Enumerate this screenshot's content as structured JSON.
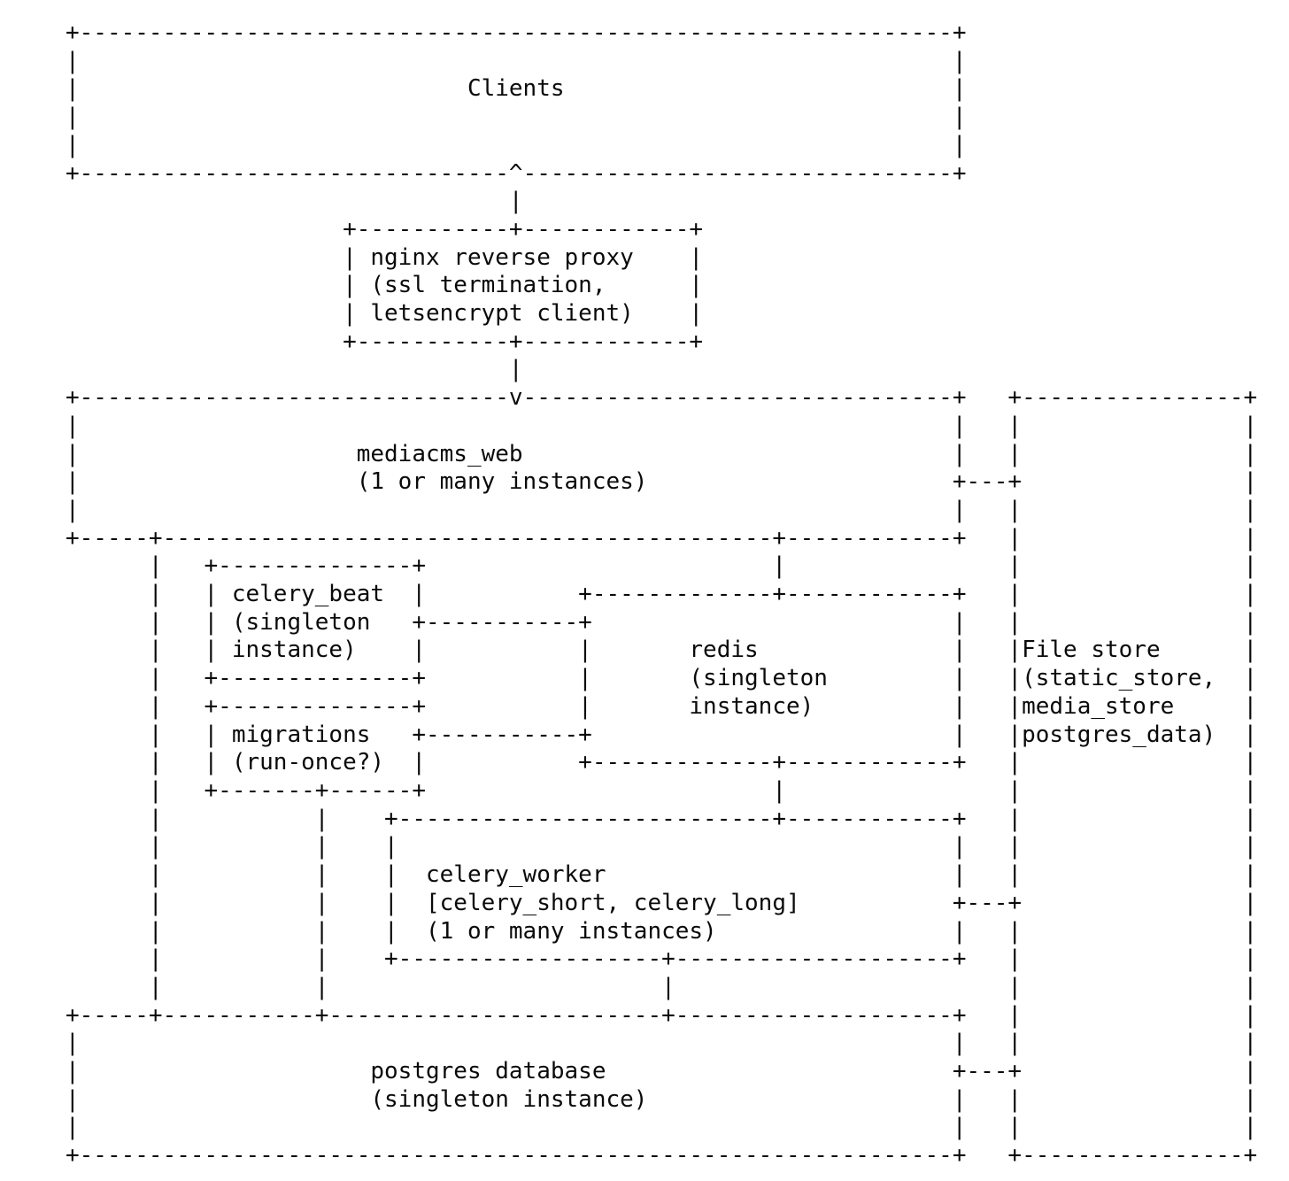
{
  "page": {
    "background_color": "#ffffff",
    "text_color": "#0a0a0a"
  },
  "diagram": {
    "kind": "ascii-architecture-diagram",
    "nodes": [
      {
        "id": "clients",
        "label": "Clients"
      },
      {
        "id": "nginx",
        "label": "nginx reverse proxy (ssl termination, letsencrypt client)"
      },
      {
        "id": "mediacms_web",
        "label": "mediacms_web (1 or many instances)"
      },
      {
        "id": "celery_beat",
        "label": "celery_beat (singleton instance)"
      },
      {
        "id": "migrations",
        "label": "migrations (run-once?)"
      },
      {
        "id": "redis",
        "label": "redis (singleton instance)"
      },
      {
        "id": "file_store",
        "label": "File store (static_store, media_store postgres_data)"
      },
      {
        "id": "celery_worker",
        "label": "celery_worker [celery_short, celery_long] (1 or many instances)"
      },
      {
        "id": "postgres",
        "label": "postgres database (singleton instance)"
      }
    ],
    "lines": [
      "+---------------------------------------------------------------+",
      "|                                                               |",
      "|                            Clients                            |",
      "|                                                               |",
      "|                                                               |",
      "+-------------------------------^-------------------------------+",
      "                                |",
      "                    +-----------+------------+",
      "                    | nginx reverse proxy    |",
      "                    | (ssl termination,      |",
      "                    | letsencrypt client)    |",
      "                    +-----------+------------+",
      "                                |",
      "+-------------------------------v-------------------------------+   +----------------+",
      "|                                                               |   |                |",
      "|                    mediacms_web                               |   |                |",
      "|                    (1 or many instances)                      +---+                |",
      "|                                                               |   |                |",
      "+-----+--------------------------------------------+------------+   |                |",
      "      |   +--------------+                         |                |                |",
      "      |   | celery_beat  |           +-------------+------------+   |                |",
      "      |   | (singleton   +-----------+                          |   |                |",
      "      |   | instance)    |           |       redis              |   |File store      |",
      "      |   +--------------+           |       (singleton         |   |(static_store,  |",
      "      |   +--------------+           |       instance)          |   |media_store     |",
      "      |   | migrations   +-----------+                          |   |postgres_data)  |",
      "      |   | (run-once?)  |           +-------------+------------+   |                |",
      "      |   +-------+------+                         |                |                |",
      "      |           |    +---------------------------+------------+   |                |",
      "      |           |    |                                        |   |                |",
      "      |           |    |  celery_worker                         |   |                |",
      "      |           |    |  [celery_short, celery_long]           +---+                |",
      "      |           |    |  (1 or many instances)                 |   |                |",
      "      |           |    +-------------------+--------------------+   |                |",
      "      |           |                        |                        |                |",
      "+-----+-----------+------------------------+--------------------+   |                |",
      "|                                                               |   |                |",
      "|                     postgres database                         +---+                |",
      "|                     (singleton instance)                      |   |                |",
      "|                                                               |   |                |",
      "+---------------------------------------------------------------+   +----------------+"
    ]
  }
}
